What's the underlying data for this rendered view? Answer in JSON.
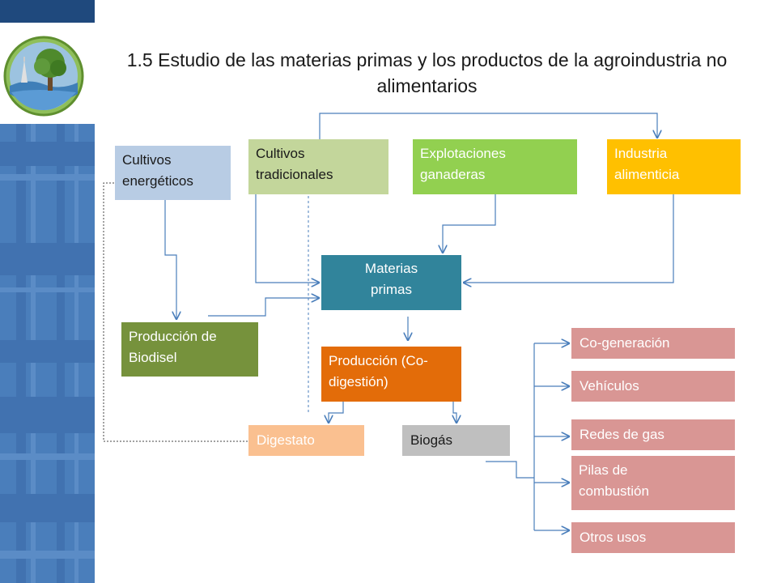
{
  "title": "1.5 Estudio de las materias primas y los productos de la agroindustria no alimentarios",
  "colors": {
    "panel_blue": "#4a7ebb",
    "arrow": "#4a7ebb",
    "cultivos_energeticos": "#b8cce4",
    "cultivos_tradicionales": "#c3d69b",
    "explotaciones": "#92d050",
    "industria": "#ffc000",
    "materias": "#31849b",
    "biodisel": "#76923c",
    "produccion": "#e36c09",
    "digestato": "#fac090",
    "biogas": "#bfbfbf",
    "usos": "#d99694"
  },
  "boxes": {
    "cultivos_energeticos": "Cultivos energéticos",
    "cultivos_tradicionales": "Cultivos tradicionales",
    "explotaciones_ganaderas": "Explotaciones ganaderas",
    "industria_alimenticia": "Industria alimenticia",
    "materias_primas": "Materias primas",
    "produccion_biodisel": "Producción de Biodisel",
    "produccion_codigestion": "Producción (Co-digestión)",
    "digestato": "Digestato",
    "biogas": "Biogás"
  },
  "usos": [
    "Co-generación",
    "Vehículos",
    "Redes de gas",
    "Pilas de combustión",
    "Otros usos"
  ]
}
